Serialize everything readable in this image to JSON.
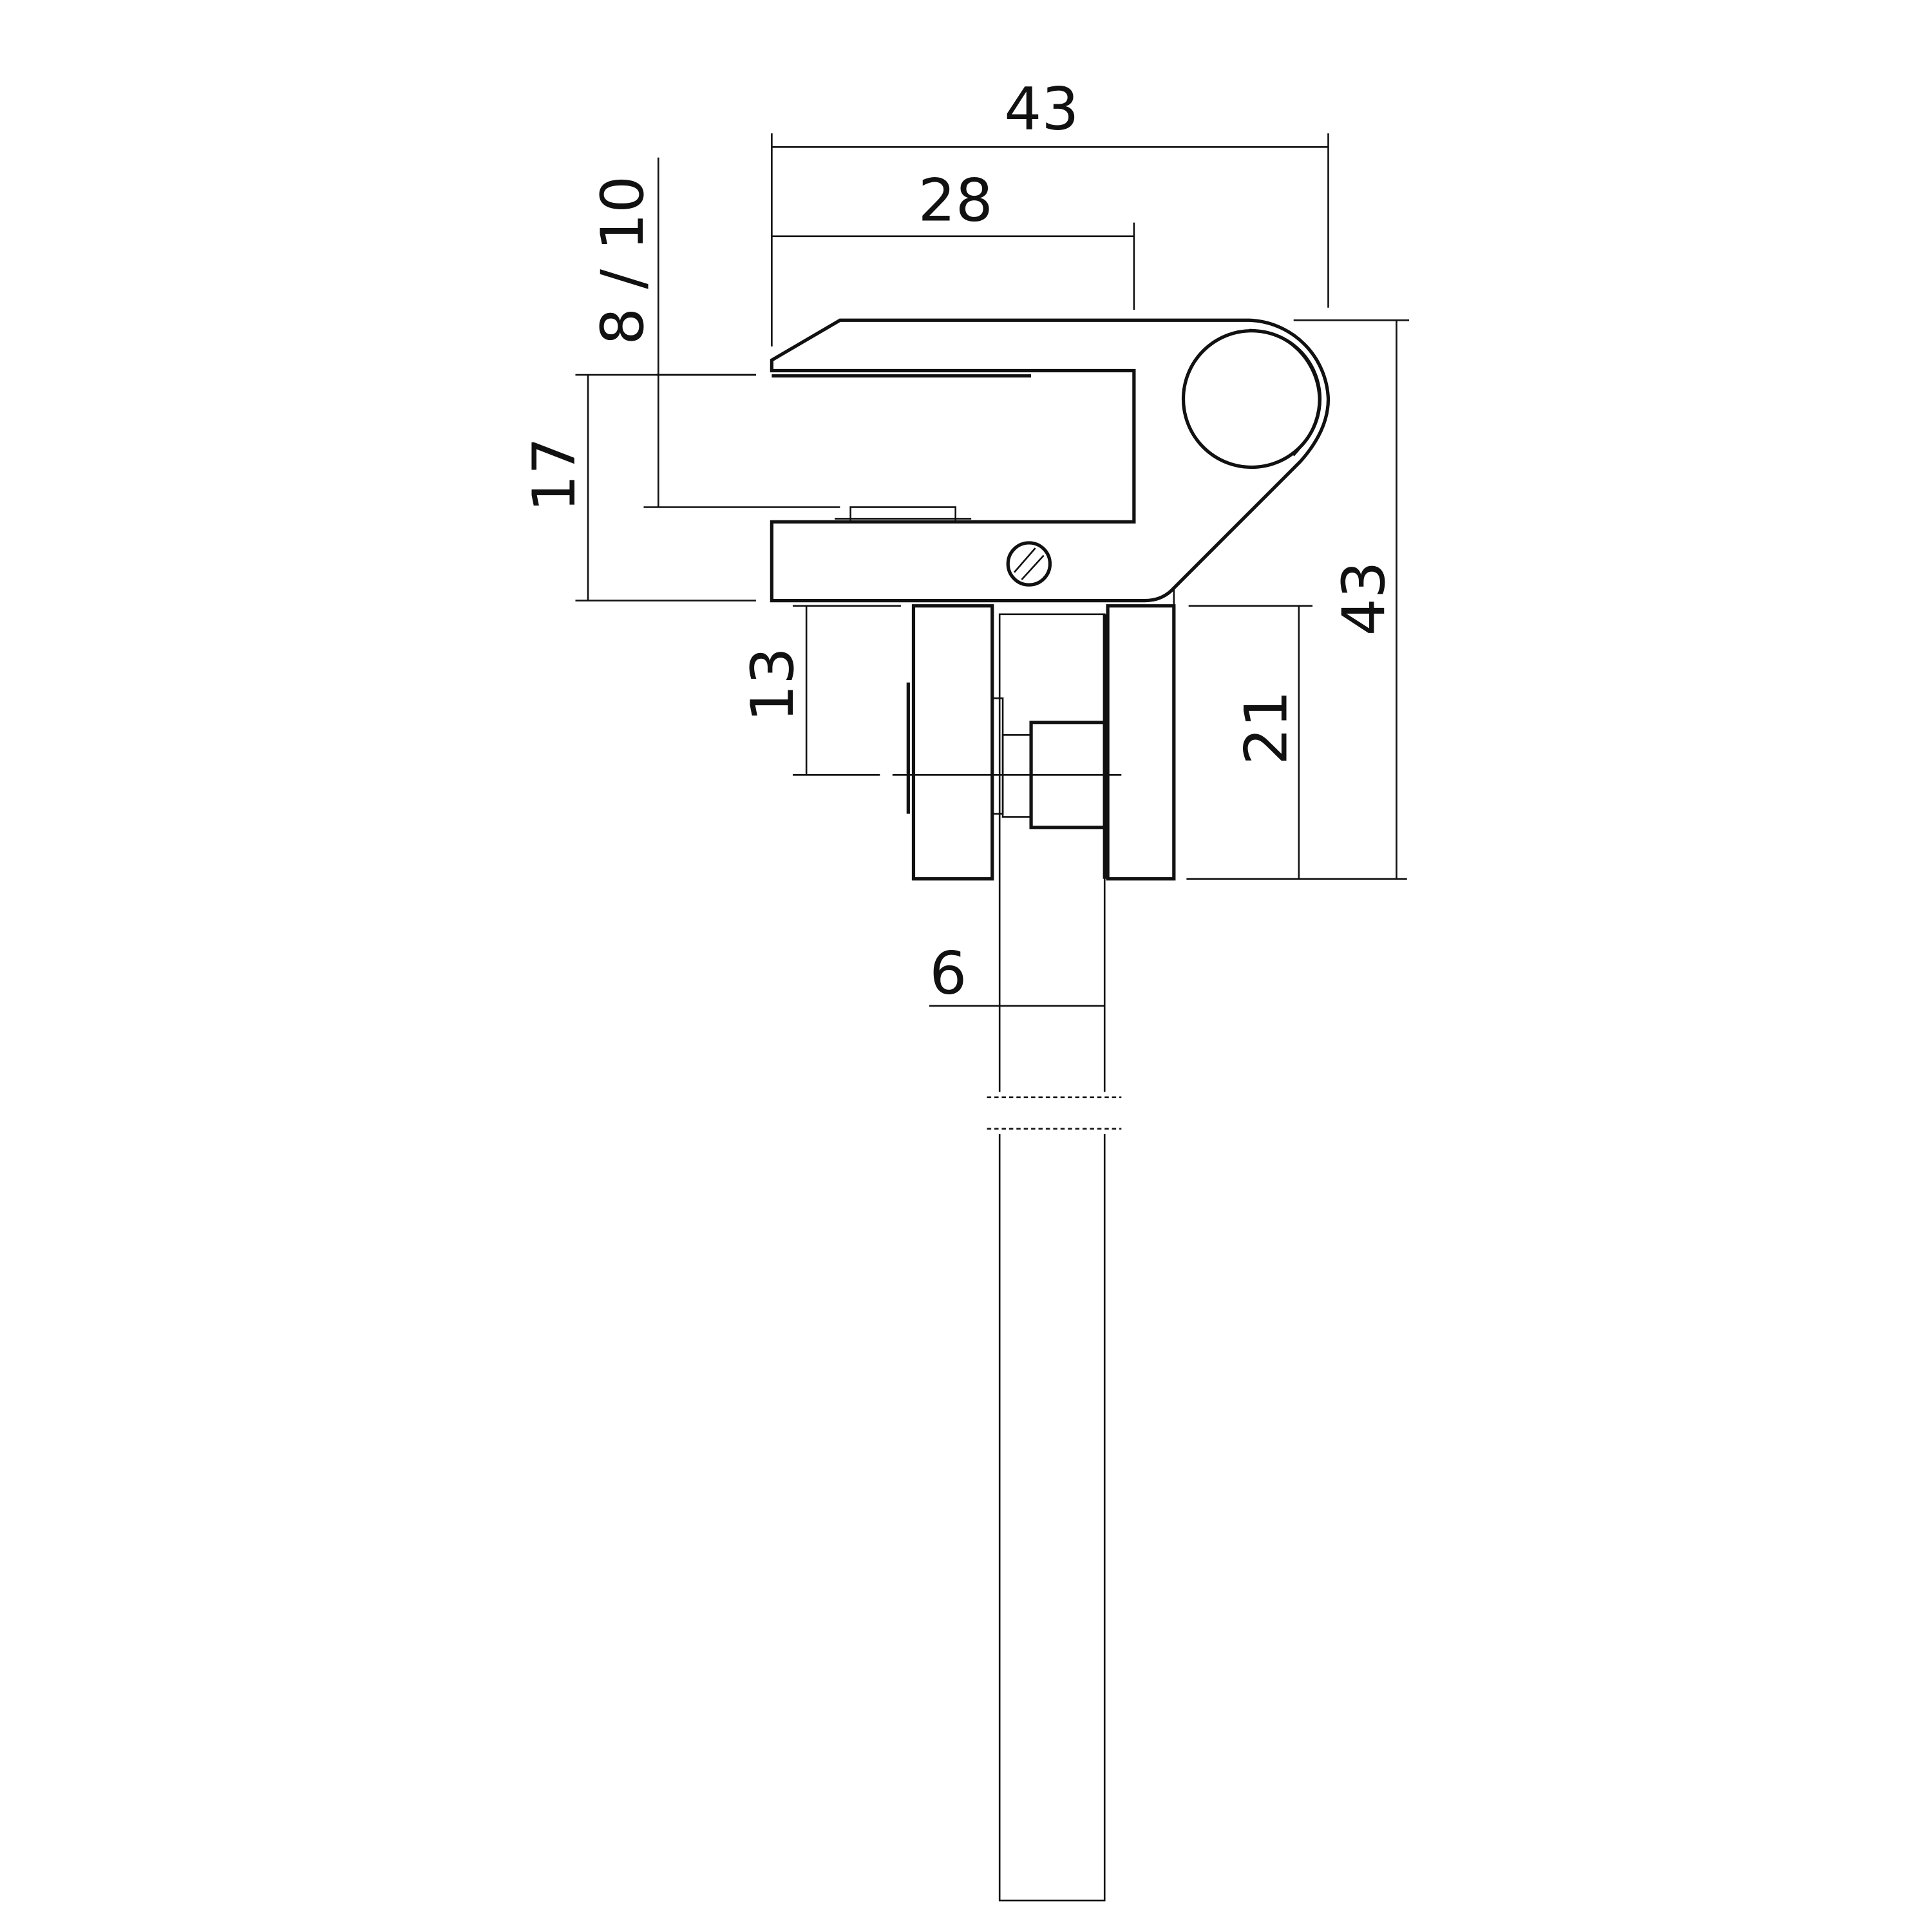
{
  "dimensions": {
    "overall_width": "43",
    "slot_depth": "28",
    "glass_thickness_range": "8 / 10",
    "clamp_height": "17",
    "offset_to_center": "13",
    "lower_block_height": "21",
    "overall_height": "43",
    "glass_thickness": "6"
  },
  "colors": {
    "line": "#111111",
    "background": "#ffffff"
  }
}
